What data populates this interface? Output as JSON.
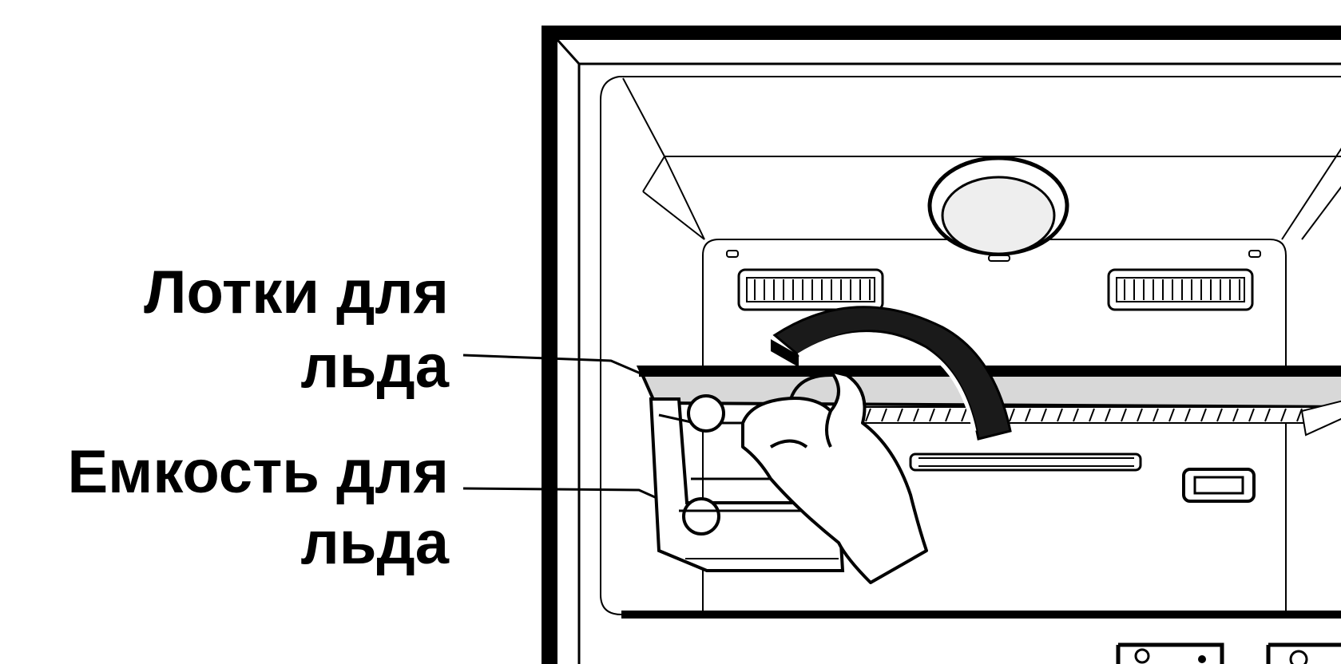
{
  "labels": {
    "ice_trays_line1": "Лотки для",
    "ice_trays_line2": "льда",
    "ice_bin_line1": "Емкость для",
    "ice_bin_line2": "льда"
  },
  "colors": {
    "ink": "#000000",
    "background": "#ffffff",
    "fill_light": "#e8e8e8",
    "fill_mid": "#cfcfcf"
  }
}
